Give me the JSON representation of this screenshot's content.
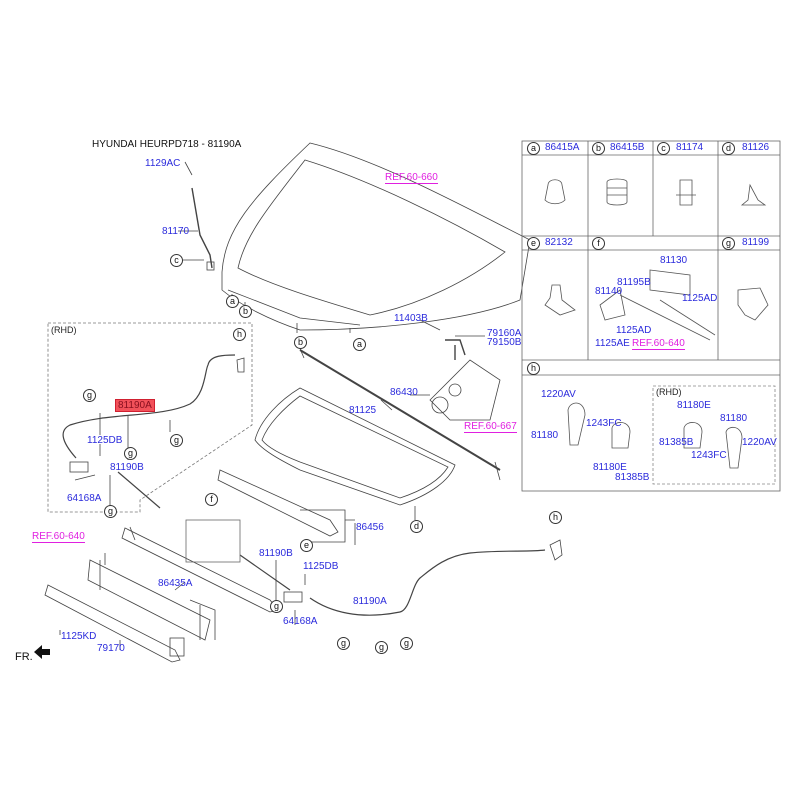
{
  "header": {
    "title": "HYUNDAI HEURPD718 - 81190A"
  },
  "highlighted_part": "81190A",
  "colors": {
    "part_label": "#2b2bdc",
    "reference_label": "#e020e0",
    "highlight_fill": "#f2515a"
  },
  "labels": {
    "p1129AC": "1129AC",
    "p81170": "81170",
    "ref60660": "REF.60-660",
    "p11403B": "11403B",
    "p79160A": "79160A",
    "p79150B": "79150B",
    "p86430": "86430",
    "p81125": "81125",
    "ref60667": "REF.60-667",
    "rhd_main": "(RHD)",
    "p81190A_rhd": "81190A",
    "p1125DB_rhd": "1125DB",
    "p81190B_rhd": "81190B",
    "p64168A_rhd": "64168A",
    "ref60640_left": "REF.60-640",
    "p86435A": "86435A",
    "p1125KD": "1125KD",
    "p79170": "79170",
    "p86456": "86456",
    "p81190B": "81190B",
    "p1125DB": "1125DB",
    "p64168A": "64168A",
    "p81190A": "81190A",
    "fr": "FR."
  },
  "callouts": {
    "a": "a",
    "b": "b",
    "c": "c",
    "d": "d",
    "e": "e",
    "f": "f",
    "g": "g",
    "h": "h"
  },
  "legend": {
    "cells": [
      {
        "letter": "a",
        "part": "86415A"
      },
      {
        "letter": "b",
        "part": "86415B"
      },
      {
        "letter": "c",
        "part": "81174"
      },
      {
        "letter": "d",
        "part": "81126"
      },
      {
        "letter": "e",
        "part": "82132"
      },
      {
        "letter": "f",
        "part": ""
      },
      {
        "letter": "g",
        "part": "81199"
      },
      {
        "letter": "h",
        "part": ""
      }
    ],
    "f_parts": {
      "p81130": "81130",
      "p81195B": "81195B",
      "p81140": "81140",
      "p1125AD_a": "1125AD",
      "p1125AD_b": "1125AD",
      "p1125AE": "1125AE",
      "ref": "REF.60-640"
    },
    "h_parts": {
      "p1220AV": "1220AV",
      "p81180": "81180",
      "p1243FC": "1243FC",
      "p81180E": "81180E",
      "p81385B": "81385B",
      "rhd": "(RHD)",
      "rhd_81180E": "81180E",
      "rhd_81180": "81180",
      "rhd_81385B": "81385B",
      "rhd_1243FC": "1243FC",
      "rhd_1220AV": "1220AV"
    }
  }
}
